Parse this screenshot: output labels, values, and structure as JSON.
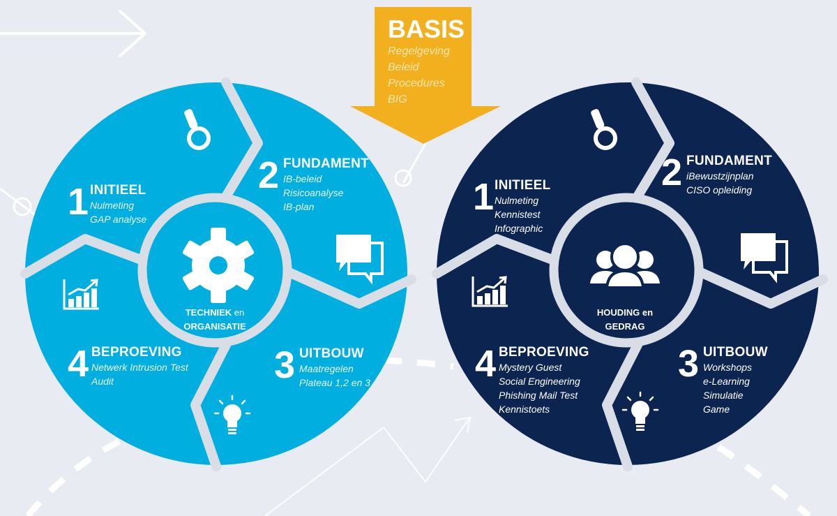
{
  "basis": {
    "title": "BASIS",
    "items": [
      "Regelgeving",
      "Beleid",
      "Procedures",
      "BIG"
    ]
  },
  "left_wheel": {
    "center_line1_bold": "TECHNIEK",
    "center_line1_rest": " en",
    "center_line2": "ORGANISATIE",
    "phases": [
      {
        "number": "1",
        "title": "INITIEEL",
        "items": [
          "Nulmeting",
          "GAP analyse"
        ]
      },
      {
        "number": "2",
        "title": "FUNDAMENT",
        "items": [
          "IB-beleid",
          "Risicoanalyse",
          "IB-plan"
        ]
      },
      {
        "number": "3",
        "title": "UITBOUW",
        "items": [
          "Maatregelen",
          "Plateau 1,2 en 3"
        ]
      },
      {
        "number": "4",
        "title": "BEPROEVING",
        "items": [
          "Netwerk Intrusion Test",
          "Audit"
        ]
      }
    ]
  },
  "right_wheel": {
    "center_line1_bold": "HOUDING",
    "center_line1_rest": " en",
    "center_line2": "GEDRAG",
    "phases": [
      {
        "number": "1",
        "title": "INITIEEL",
        "items": [
          "Nulmeting",
          "Kennistest",
          "Infographic"
        ]
      },
      {
        "number": "2",
        "title": "FUNDAMENT",
        "items": [
          "iBewustzijnplan",
          "CISO opleiding"
        ]
      },
      {
        "number": "3",
        "title": "UITBOUW",
        "items": [
          "Workshops",
          "e-Learning",
          "Simulatie",
          "Game"
        ]
      },
      {
        "number": "4",
        "title": "BEPROEVING",
        "items": [
          "Mystery Guest",
          "Social Engineering",
          "Phishing Mail Test",
          "Kennistoets"
        ]
      }
    ]
  },
  "colors": {
    "background": "#e8ebf1",
    "left_wheel": "#00aedf",
    "right_wheel": "#0c2450",
    "separator": "#d9dde6",
    "basis_arrow": "#f2b01e"
  },
  "icons": [
    "magnifier-icon",
    "speech-bubbles-icon",
    "lightbulb-icon",
    "bar-chart-icon",
    "gear-icon",
    "people-group-icon",
    "arrow-icon"
  ]
}
